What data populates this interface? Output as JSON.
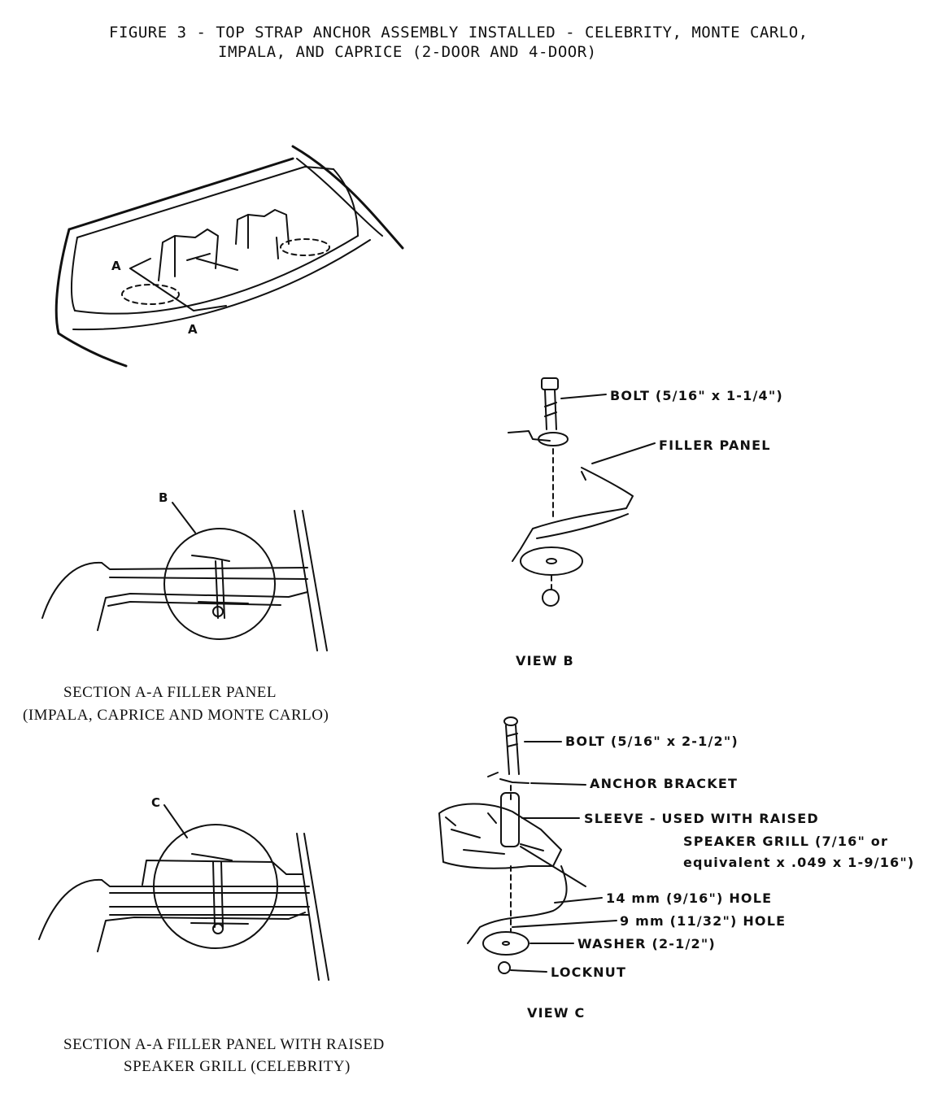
{
  "title": {
    "line1": "FIGURE 3 - TOP STRAP ANCHOR ASSEMBLY INSTALLED - CELEBRITY, MONTE CARLO,",
    "line2": "IMPALA, AND CAPRICE (2-DOOR AND 4-DOOR)"
  },
  "overview": {
    "section_label_top": "A",
    "section_label_bottom": "A"
  },
  "view_b": {
    "caption": "VIEW B",
    "labels": {
      "bolt": "BOLT (5/16\" x 1-1/4\")",
      "filler_panel": "FILLER PANEL"
    }
  },
  "view_c": {
    "caption": "VIEW C",
    "labels": {
      "bolt": "BOLT (5/16\" x 2-1/2\")",
      "anchor_bracket": "ANCHOR BRACKET",
      "sleeve_line1": "SLEEVE - USED WITH RAISED",
      "sleeve_line2": "SPEAKER GRILL (7/16\" or",
      "sleeve_line3": "equivalent x .049 x 1-9/16\")",
      "hole_14mm": "14 mm (9/16\") HOLE",
      "hole_9mm": "9 mm (11/32\") HOLE",
      "washer": "WASHER (2-1/2\")",
      "locknut": "LOCKNUT"
    }
  },
  "section_b": {
    "detail_label": "B",
    "caption_line1": "SECTION A-A   FILLER PANEL",
    "caption_line2": "(IMPALA, CAPRICE AND MONTE CARLO)"
  },
  "section_c": {
    "detail_label": "C",
    "caption_line1": "SECTION A-A   FILLER PANEL WITH RAISED",
    "caption_line2": "SPEAKER GRILL (CELEBRITY)"
  }
}
